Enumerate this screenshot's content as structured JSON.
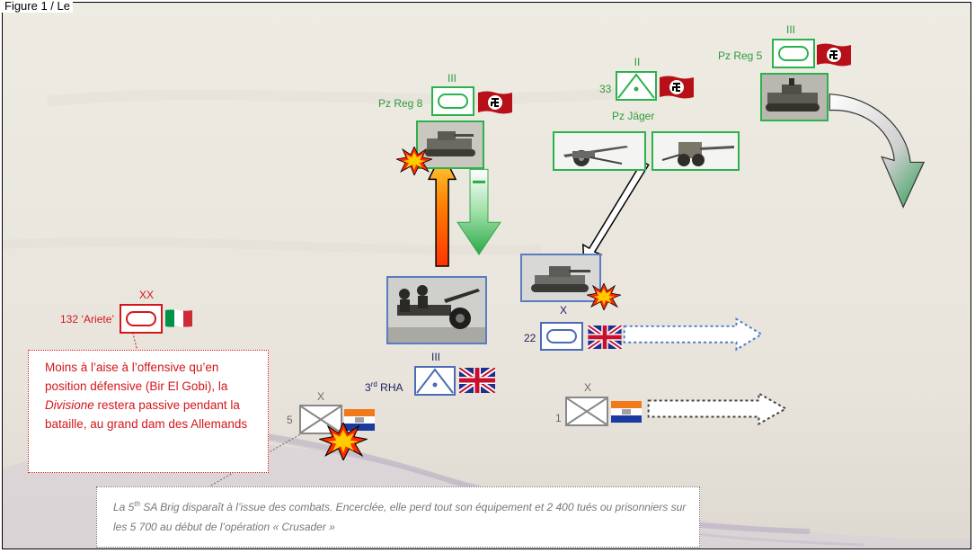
{
  "caption": "Figure 1 / Le",
  "units": {
    "pzreg8": {
      "echelon": "III",
      "name": "Pz Reg 8"
    },
    "pzreg5": {
      "echelon": "III",
      "name": "Pz Reg 5"
    },
    "jager33": {
      "echelon": "II",
      "number": "33",
      "name": "Pz Jäger"
    },
    "ariete": {
      "echelon": "XX",
      "name": "132 ‘Ariete’"
    },
    "rha3": {
      "echelon": "III",
      "name_main": "3",
      "name_sup": "rd",
      "name_tail": "RHA"
    },
    "brig22": {
      "echelon": "X",
      "number": "22"
    },
    "sa5": {
      "echelon": "X",
      "number": "5"
    },
    "sa1": {
      "echelon": "X",
      "number": "1"
    }
  },
  "callout": {
    "part1": "Moins à l’aise à l’offensive qu’en position défensive (Bir El Gobi), la ",
    "italic": "Divisione",
    "part2": " restera passive pendant la bataille, au grand dam des Allemands"
  },
  "note": {
    "prefix": "La 5",
    "sup": "th",
    "text": " SA Brig disparaît à l’issue des combats. Encerclée, elle perd tout son équipement et 2 400 tués ou prisonniers sur les 5 700 au début de l’opération « Crusader »"
  },
  "colors": {
    "german": "#2bb24c",
    "british": "#4a6bb5",
    "italian": "#d4161a",
    "southafrican": "#888888"
  }
}
